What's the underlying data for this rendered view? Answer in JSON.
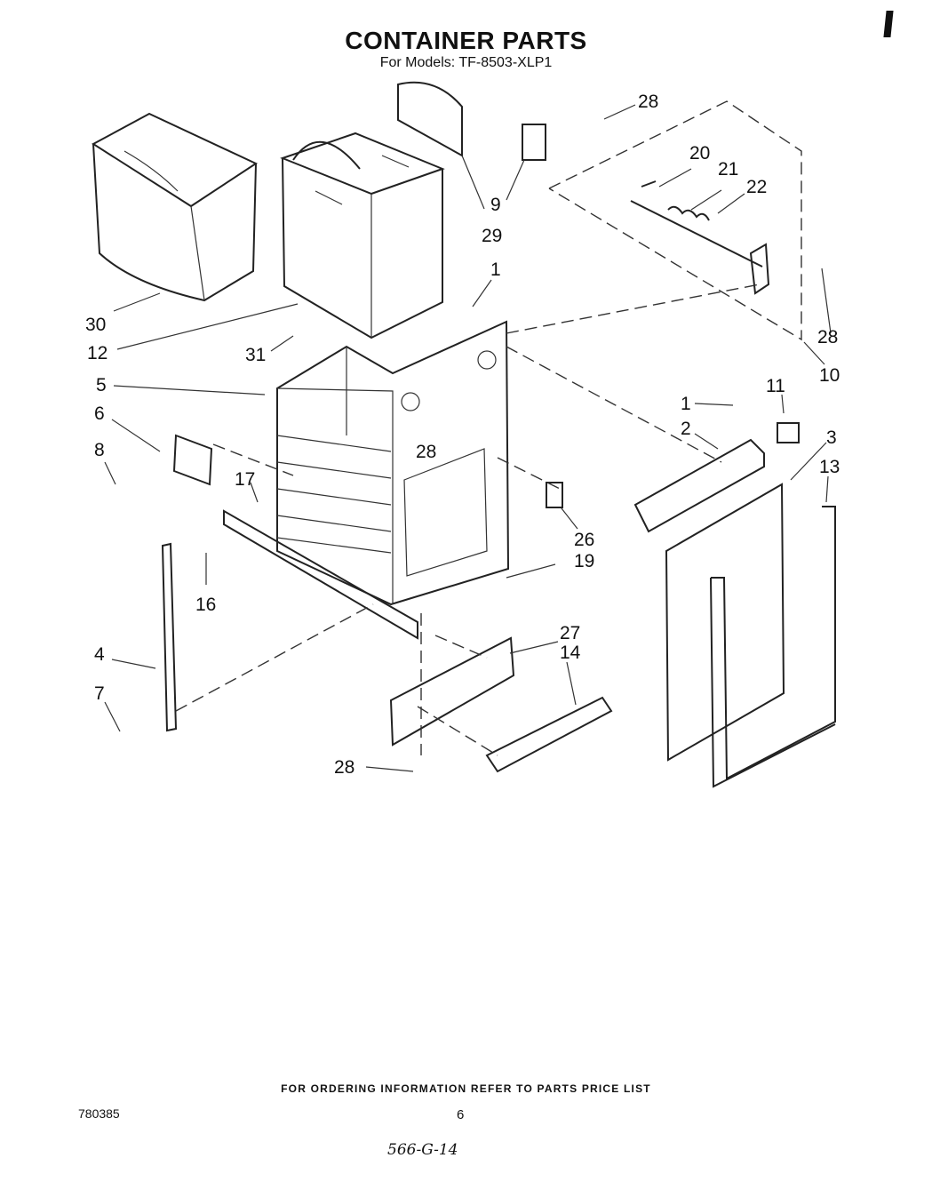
{
  "header": {
    "title": "CONTAINER PARTS",
    "subtitle": "For Models:  TF-8503-XLP1"
  },
  "callouts": [
    {
      "id": "c28a",
      "label": "28"
    },
    {
      "id": "c20",
      "label": "20"
    },
    {
      "id": "c21",
      "label": "21"
    },
    {
      "id": "c22",
      "label": "22"
    },
    {
      "id": "c9",
      "label": "9"
    },
    {
      "id": "c29",
      "label": "29"
    },
    {
      "id": "c28b",
      "label": "28"
    },
    {
      "id": "c10",
      "label": "10"
    },
    {
      "id": "c1a",
      "label": "1"
    },
    {
      "id": "c30",
      "label": "30"
    },
    {
      "id": "c12",
      "label": "12"
    },
    {
      "id": "c31",
      "label": "31"
    },
    {
      "id": "c5",
      "label": "5"
    },
    {
      "id": "c6",
      "label": "6"
    },
    {
      "id": "c8",
      "label": "8"
    },
    {
      "id": "c28c",
      "label": "28"
    },
    {
      "id": "c17",
      "label": "17"
    },
    {
      "id": "c16",
      "label": "16"
    },
    {
      "id": "c1b",
      "label": "1"
    },
    {
      "id": "c11",
      "label": "11"
    },
    {
      "id": "c2",
      "label": "2"
    },
    {
      "id": "c3",
      "label": "3"
    },
    {
      "id": "c13",
      "label": "13"
    },
    {
      "id": "c26",
      "label": "26"
    },
    {
      "id": "c19",
      "label": "19"
    },
    {
      "id": "c27",
      "label": "27"
    },
    {
      "id": "c14",
      "label": "14"
    },
    {
      "id": "c4",
      "label": "4"
    },
    {
      "id": "c7",
      "label": "7"
    },
    {
      "id": "c28d",
      "label": "28"
    }
  ],
  "footer": {
    "ordering_note": "FOR ORDERING INFORMATION REFER TO PARTS PRICE LIST",
    "doc_number": "780385",
    "page_number": "6",
    "handwritten_code": "566-G-14"
  }
}
